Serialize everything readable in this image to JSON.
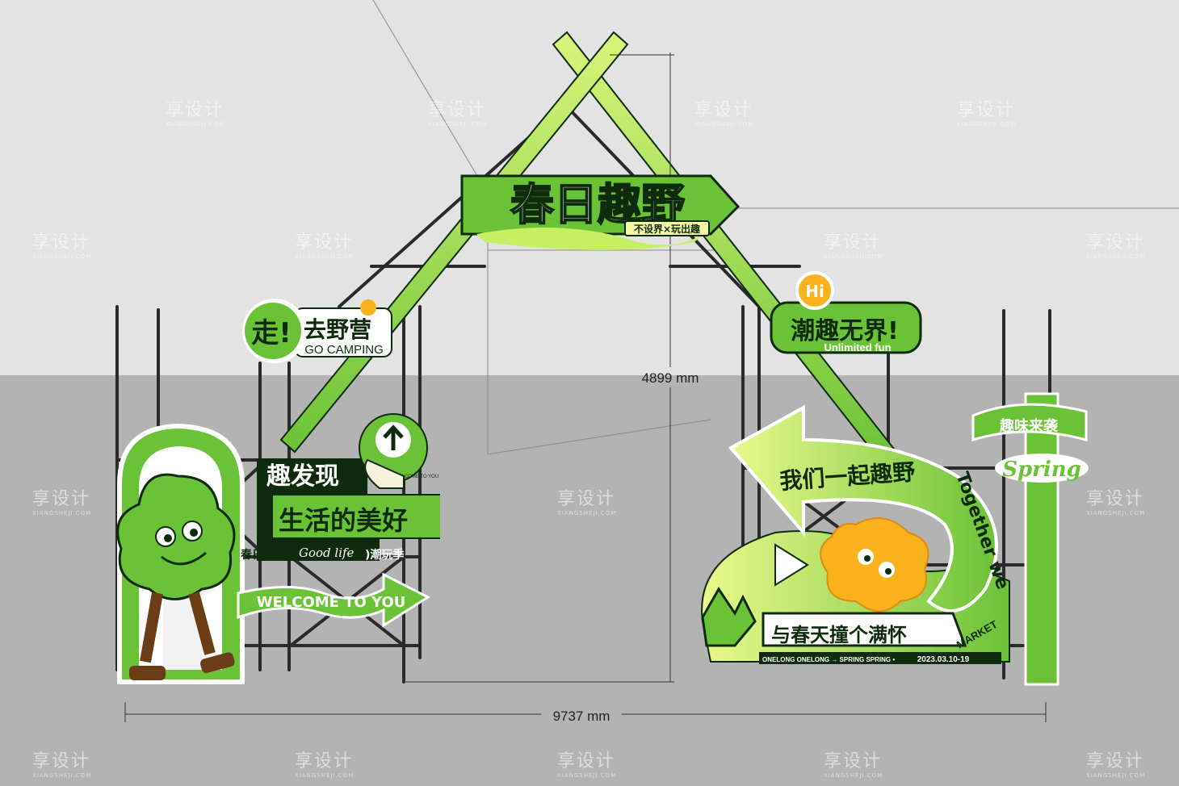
{
  "dimensions": {
    "height": "4899 mm",
    "width": "9737 mm"
  },
  "arch_sign": {
    "main": "春日趣野",
    "sub": "不设界×玩出趣"
  },
  "camp_sign": {
    "main": "去野营",
    "stamp": "走!",
    "english": "GO CAMPING"
  },
  "hi_sign": {
    "hi": "Hi",
    "main": "潮趣无界!",
    "english": "Unlimited fun"
  },
  "discover_sign": {
    "line1": "趣发现",
    "line2": "生活的美好",
    "line3_a": "春日(",
    "line3_script": "Good life",
    "line3_b": ")潮玩季"
  },
  "welcome_badge": {
    "text": "WELCOME TO YOU  WELCOME TO YOU"
  },
  "welcome_ribbon": {
    "text": "WELCOME TO YOU"
  },
  "right_panel": {
    "arrow_text": "我们一起趣野",
    "together": "Together we",
    "cheers": "与春天撞个满怀",
    "market": "MARKET",
    "footer_left": "ONELONG  ONELONG → SPRING  SPRING •",
    "date": "2023.03.10-19"
  },
  "right_post": {
    "top_sign": "趣味来袭",
    "spring": "Spring"
  },
  "watermark": {
    "text": "享设计",
    "sub": "XIANGSHEJI.COM"
  },
  "colors": {
    "green": "#6cc237",
    "lime": "#c7ef63",
    "dark": "#0f2b0e",
    "magenta": "#c2185b",
    "yellow": "#f9b21b",
    "ground": "#b3b3b3",
    "sky": "#e3e3e3"
  }
}
